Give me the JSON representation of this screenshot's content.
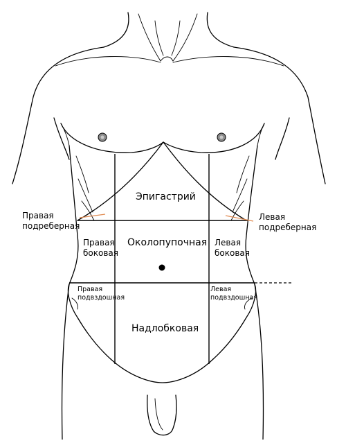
{
  "regions": {
    "epigastric": "Эпигастрий",
    "umbilical": "Околопупочная",
    "hypogastric": "Надлобковая",
    "right_hypochondriac": [
      "Правая",
      "подреберная"
    ],
    "left_hypochondriac": [
      "Левая",
      "подреберная"
    ],
    "right_lumbar": [
      "Правая",
      "боковая"
    ],
    "left_lumbar": [
      "Левая",
      "боковая"
    ],
    "right_iliac": [
      "Правая",
      "подвздошная"
    ],
    "left_iliac": [
      "Левая",
      "подвздошная"
    ]
  },
  "colors": {
    "outline": "#000000",
    "pointer": "#e08a50",
    "nipple": "#8a8a8a",
    "background": "#ffffff"
  }
}
